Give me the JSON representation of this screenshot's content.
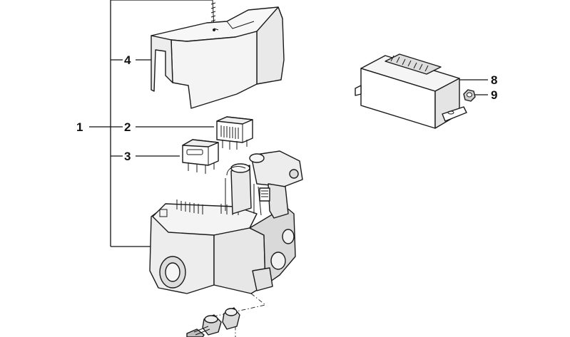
{
  "callouts": [
    {
      "id": "1",
      "label": "1"
    },
    {
      "id": "2",
      "label": "2"
    },
    {
      "id": "3",
      "label": "3"
    },
    {
      "id": "4",
      "label": "4"
    },
    {
      "id": "8",
      "label": "8"
    },
    {
      "id": "9",
      "label": "9"
    }
  ],
  "colors": {
    "line": "#111111",
    "fill_light": "#f7f7f7",
    "fill_mid": "#e9e9e9",
    "fill_dark": "#d6d6d6",
    "background": "#ffffff"
  },
  "icons": [
    "abs-hydraulic-unit-icon",
    "cover-icon",
    "relay-icon",
    "control-module-icon",
    "nut-icon",
    "mount-icon"
  ]
}
